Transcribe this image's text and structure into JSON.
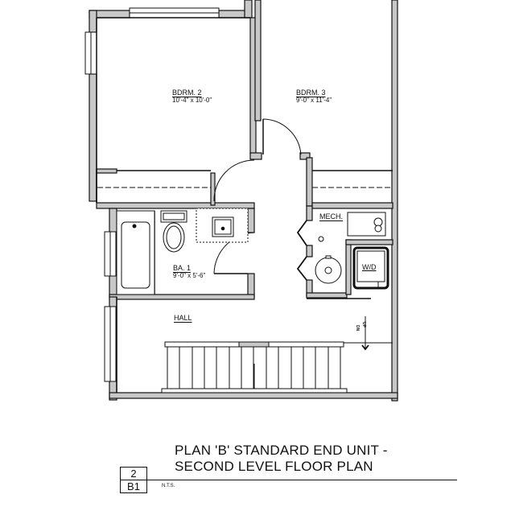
{
  "rooms": {
    "bdrm2": {
      "name": "BDRM. 2",
      "dim": "10'-4\" x 10'-0\""
    },
    "bdrm3": {
      "name": "BDRM. 3",
      "dim": "9'-0\" x 11'-4\""
    },
    "ba1": {
      "name": "BA. 1",
      "dim": "9'-0\" x 5'-6\""
    },
    "mech": {
      "name": "MECH."
    },
    "hall": {
      "name": "HALL"
    }
  },
  "fixtures": {
    "washer_dryer": "W/D"
  },
  "stair": {
    "up_label": "UP",
    "dn_label": "DN"
  },
  "title_block": {
    "line1": "PLAN 'B' STANDARD END UNIT -",
    "line2": "SECOND LEVEL FLOOR PLAN",
    "drawing_number": "2",
    "sheet_number": "B1",
    "scale": "N.T.S."
  },
  "colors": {
    "wall_fill": "#c8c8c8",
    "line": "#111111",
    "background": "#ffffff"
  }
}
